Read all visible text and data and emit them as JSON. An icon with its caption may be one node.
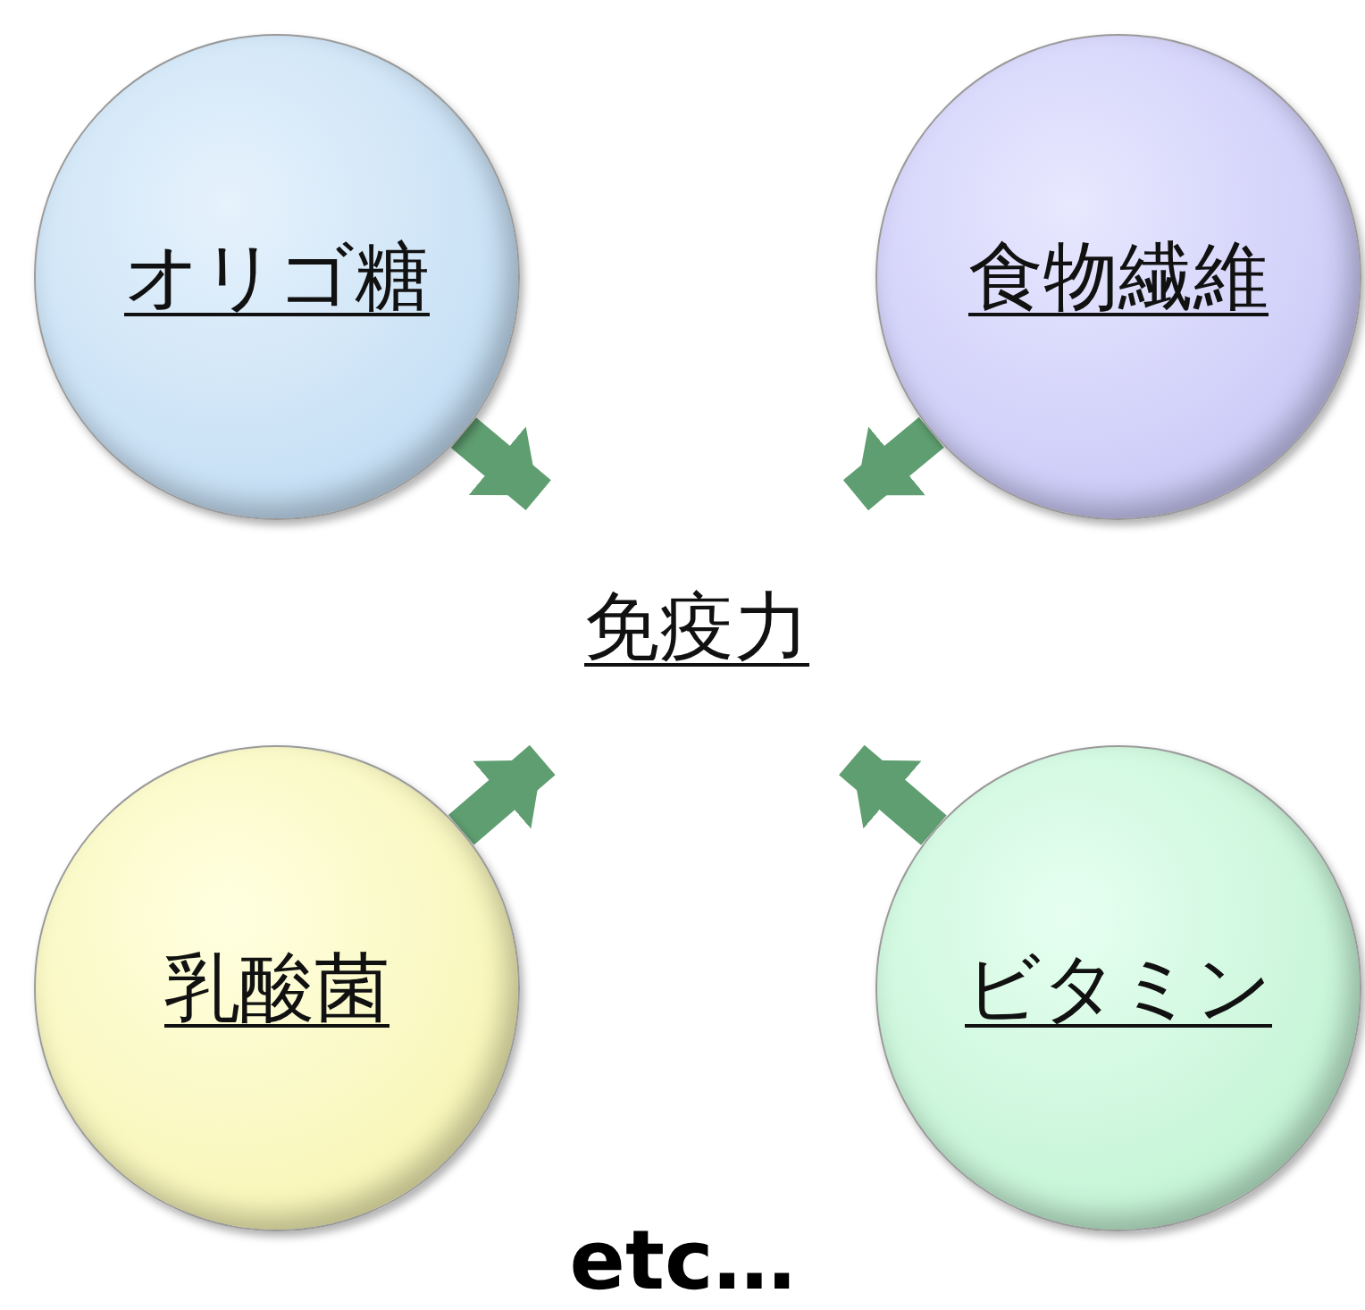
{
  "diagram": {
    "nodes": [
      {
        "text": [
          "オリゴ糖"
        ]
      },
      {
        "text": [
          "食物繊維"
        ]
      },
      {
        "text": [
          "免疫力"
        ]
      },
      {
        "text": [
          "乳酸菌"
        ]
      },
      {
        "text": [
          "ビタミン"
        ]
      }
    ],
    "edges": [
      {
        "from": 0,
        "to": 2,
        "arrow": "to"
      },
      {
        "from": 1,
        "to": 2,
        "arrow": "to"
      },
      {
        "from": 3,
        "to": 2,
        "arrow": "to"
      },
      {
        "from": 4,
        "to": 2,
        "arrow": "to"
      }
    ],
    "labels": [
      "etc…"
    ]
  }
}
